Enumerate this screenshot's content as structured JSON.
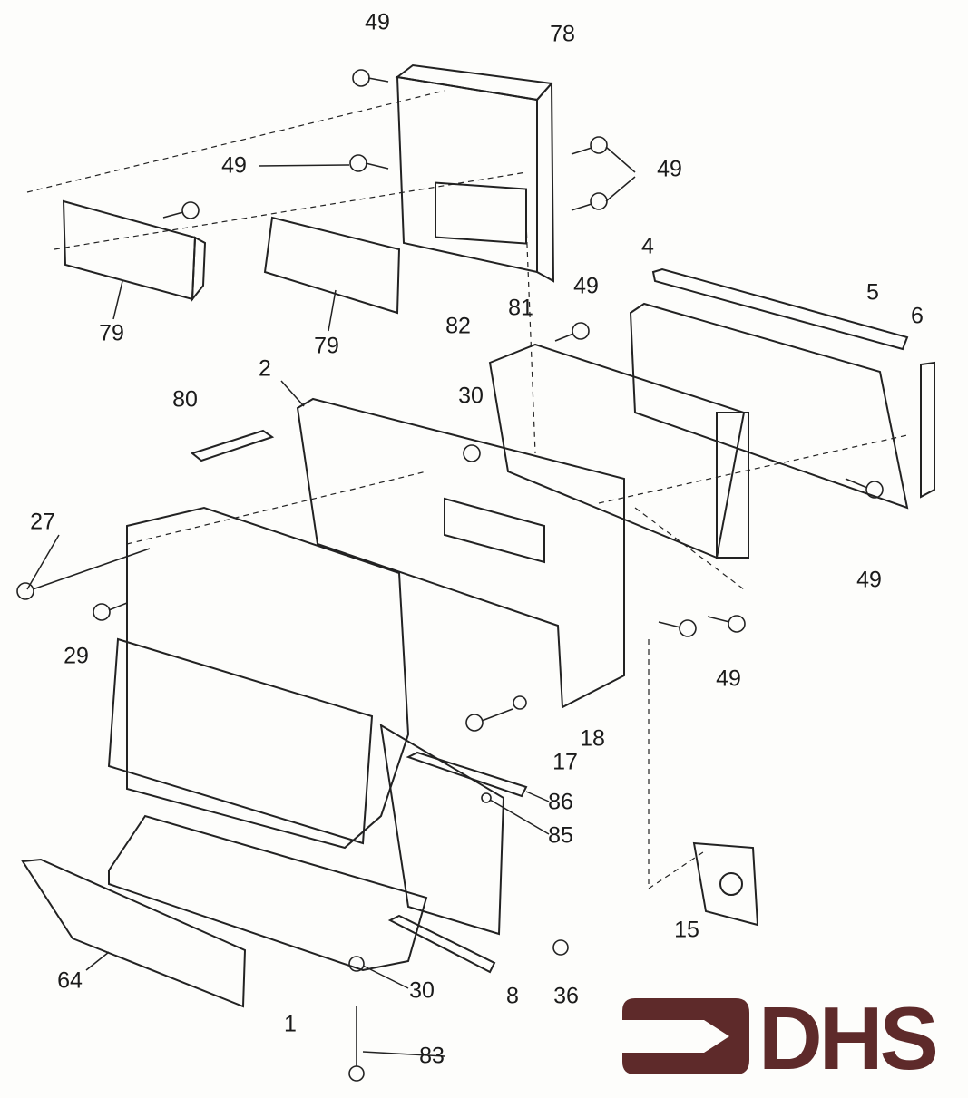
{
  "diagram": {
    "title": "Exploded parts view",
    "callouts": [
      "49",
      "78",
      "49",
      "49",
      "79",
      "79",
      "4",
      "5",
      "6",
      "49",
      "82",
      "81",
      "2",
      "80",
      "30",
      "27",
      "29",
      "49",
      "49",
      "18",
      "17",
      "86",
      "85",
      "15",
      "64",
      "1",
      "30",
      "8",
      "36",
      "83"
    ]
  },
  "logo": {
    "text": "DHS",
    "color": "#5e2a2a"
  }
}
